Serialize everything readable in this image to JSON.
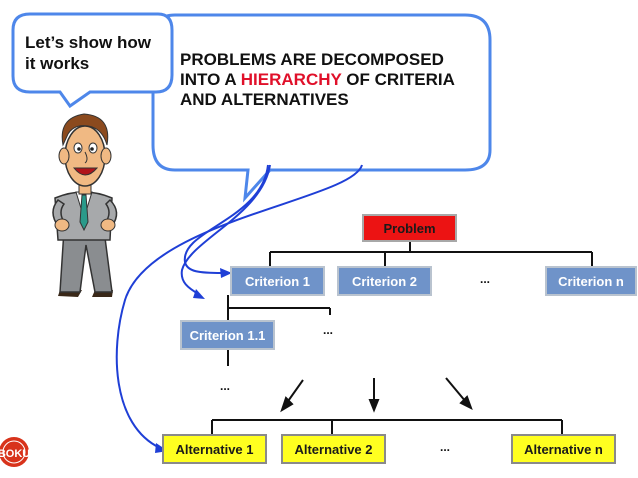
{
  "speech": {
    "small_bubble": "Let’s show how it works",
    "big_bubble": {
      "before": "PROBLEMS ARE DECOMPOSED INTO A",
      "highlight": "HIERARCHY",
      "after": "OF CRITERIA AND ALTERNATIVES"
    }
  },
  "hierarchy": {
    "root": "Problem",
    "criteria": [
      "Criterion 1",
      "Criterion 2",
      "...",
      "Criterion n"
    ],
    "subcriteria": [
      "Criterion 1.1",
      "..."
    ],
    "lower_ellipsis": "...",
    "alternatives": [
      "Alternative 1",
      "Alternative 2",
      "...",
      "Alternative n"
    ]
  },
  "logo": {
    "text": "BOKU"
  },
  "colors": {
    "problem": "#ec1313",
    "criterion": "#6f93c9",
    "alternative": "#ffff20",
    "bubble_outline": "#4e87ea",
    "arrow": "#1f3fd6",
    "highlight": "#e0102a"
  }
}
